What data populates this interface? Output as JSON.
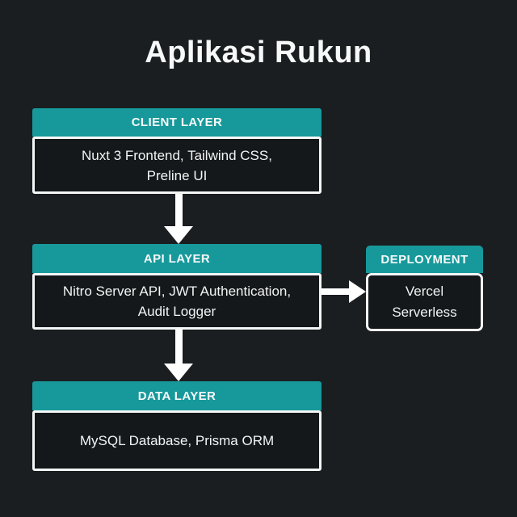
{
  "title": "Aplikasi Rukun",
  "colors": {
    "background": "#1a1e21",
    "box_background": "#15181a",
    "header_teal": "#17999b",
    "border_white": "#f4f6f6",
    "text_white": "#f2f4f5",
    "arrow_white": "#ffffff"
  },
  "layers": {
    "client": {
      "header": "CLIENT LAYER",
      "body_lines": [
        "Nuxt 3 Frontend, Tailwind CSS,",
        "Preline UI"
      ]
    },
    "api": {
      "header": "API LAYER",
      "body_lines": [
        "Nitro Server API, JWT Authentication,",
        "Audit Logger"
      ]
    },
    "deployment": {
      "header": "DEPLOYMENT",
      "body_lines": [
        "Vercel",
        "Serverless"
      ]
    },
    "data": {
      "header": "DATA LAYER",
      "body_lines": [
        "MySQL Database, Prisma ORM"
      ]
    }
  }
}
